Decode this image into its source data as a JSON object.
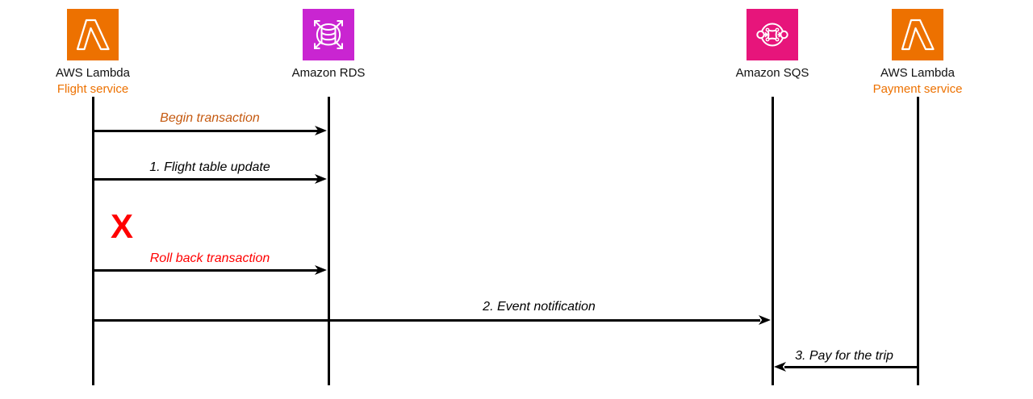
{
  "diagram": {
    "type": "sequence-diagram",
    "background_color": "#FFFFFF",
    "line_color": "#000000"
  },
  "actors": [
    {
      "name": "AWS Lambda",
      "service": "Flight service",
      "icon": "aws-lambda-icon",
      "icon_color": "#ED7100",
      "service_color": "#ED7100"
    },
    {
      "name": "Amazon RDS",
      "icon": "amazon-rds-icon",
      "icon_color": "#C925D1"
    },
    {
      "name": "Amazon SQS",
      "icon": "amazon-sqs-icon",
      "icon_color": "#E7157B"
    },
    {
      "name": "AWS Lambda",
      "service": "Payment service",
      "icon": "aws-lambda-icon",
      "icon_color": "#ED7100",
      "service_color": "#ED7100"
    }
  ],
  "messages": [
    {
      "label": "Begin transaction",
      "from": "AWS Lambda Flight service",
      "to": "Amazon RDS",
      "direction": "right",
      "color": "#C55A11"
    },
    {
      "label": "1. Flight table update",
      "from": "AWS Lambda Flight service",
      "to": "Amazon RDS",
      "direction": "right",
      "color": "#000000"
    },
    {
      "label": "Roll back transaction",
      "from": "AWS Lambda Flight service",
      "to": "Amazon RDS",
      "direction": "right",
      "color": "#FF0000"
    },
    {
      "label": "2. Event notification",
      "from": "AWS Lambda Flight service",
      "to": "Amazon SQS",
      "direction": "right",
      "color": "#000000"
    },
    {
      "label": "3. Pay for the trip",
      "from": "AWS Lambda Payment service",
      "to": "Amazon SQS",
      "direction": "left",
      "color": "#000000"
    }
  ],
  "failure_mark": {
    "label": "X",
    "color": "#FF0000"
  }
}
